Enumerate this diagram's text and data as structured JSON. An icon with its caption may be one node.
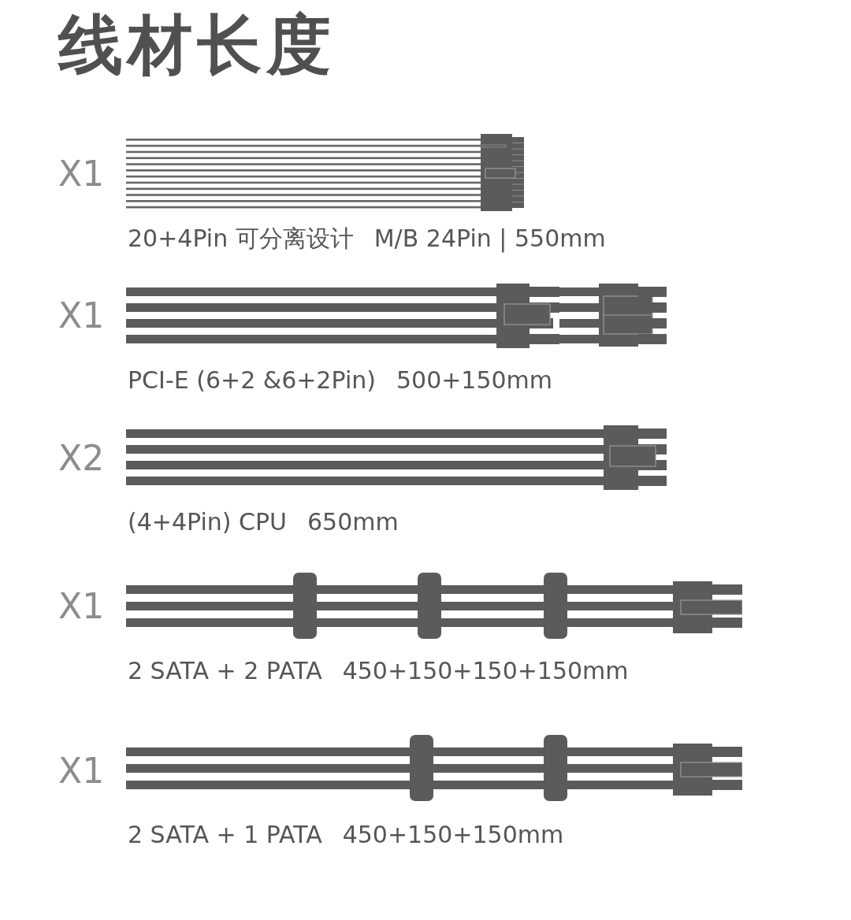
{
  "diagram": {
    "title": "线材长度",
    "labels": [
      "X1",
      "20+4Pin 可分离设计",
      "M/B 24Pin | 550mm",
      "X1",
      "PCI-E (6+2 &6+2Pin)",
      "500+150mm",
      "X2",
      "(4+4Pin) CPU",
      "650mm",
      "X1",
      "2 SATA + 2 PATA",
      "450+150+150+150mm",
      "X1",
      "2 SATA + 1 PATA",
      "450+150+150mm"
    ]
  }
}
